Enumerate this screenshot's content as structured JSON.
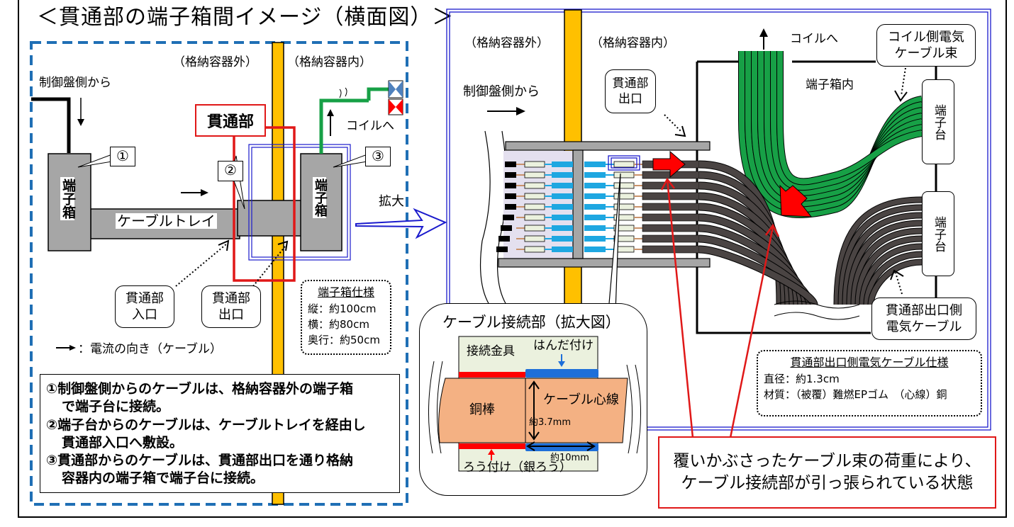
{
  "title": "＜貫通部の端子箱間イメージ（横面図）＞",
  "left_panel": {
    "outside_label": "（格納容器外）",
    "inside_label": "（格納容器内）",
    "from_control_panel": "制御盤側から",
    "to_coil": "コイルへ",
    "penetration_label": "貫通部",
    "terminal_box_left": "端子箱",
    "terminal_box_right": "端子箱",
    "cable_tray": "ケーブルトレイ",
    "callouts": [
      "①",
      "②",
      "③"
    ],
    "penetration_entrance": [
      "貫通部",
      "入口"
    ],
    "penetration_exit": [
      "貫通部",
      "出口"
    ],
    "current_legend": "：電流の向き（ケーブル）",
    "expand_label": "拡大",
    "terminal_box_spec": {
      "heading": "端子箱仕様",
      "rows": [
        "縦：約100cm",
        "横：約80cm",
        "奥行：約50cm"
      ]
    },
    "notes": [
      {
        "line1": "①制御盤側からのケーブルは、格納容器外の端子箱",
        "line2": "で端子台に接続。"
      },
      {
        "line1": "②端子台からのケーブルは、ケーブルトレイを経由し",
        "line2": "貫通部入口へ敷設。"
      },
      {
        "line1": "③貫通部からのケーブルは、貫通部出口を通り格納",
        "line2": "容器内の端子箱で端子台に接続。"
      }
    ]
  },
  "right_panel": {
    "outside_label": "（格納容器外）",
    "inside_label": "（格納容器内）",
    "from_control_panel": "制御盤側から",
    "penetration_exit": [
      "貫通部",
      "出口"
    ],
    "to_coil": "コイルへ",
    "terminal_box_inside": "端子箱内",
    "coil_cable_bundle": [
      "コイル側電気",
      "ケーブル束"
    ],
    "terminal_block_upper": "端子台",
    "terminal_block_lower": "端子台",
    "exit_side_cable": [
      "貫通部出口側",
      "電気ケーブル"
    ],
    "cable_spec": {
      "heading": "貫通部出口側電気ケーブル仕様",
      "rows": [
        "直径：約1.3cm",
        "材質：（被覆）難燃EPゴム　（心線）銅"
      ]
    },
    "cable_count": 9
  },
  "connection_detail": {
    "title": "ケーブル接続部（拡大図）",
    "fitting": "接続金具",
    "soldering": "はんだ付け",
    "copper_rod": "銅棒",
    "cable_core": "ケーブル心線",
    "diameter": "約3.7mm",
    "length": "約10mm",
    "brazing": "ろう付け（銀ろう）"
  },
  "conclusion": [
    "覆いかぶさったケーブル束の荷重により、",
    "ケーブル接続部が引っ張られている状態"
  ],
  "colors": {
    "dashed_border": "#1f6fb5",
    "wall": "#ffc000",
    "red": "#e01818",
    "blue_frame": "#1a1acc",
    "green_cable": "#17a046",
    "dark_cable": "#4a4443",
    "copper": "#f4b183",
    "cyan_cable": "#1ea7e1",
    "gray_box": "#a6a6a6"
  }
}
